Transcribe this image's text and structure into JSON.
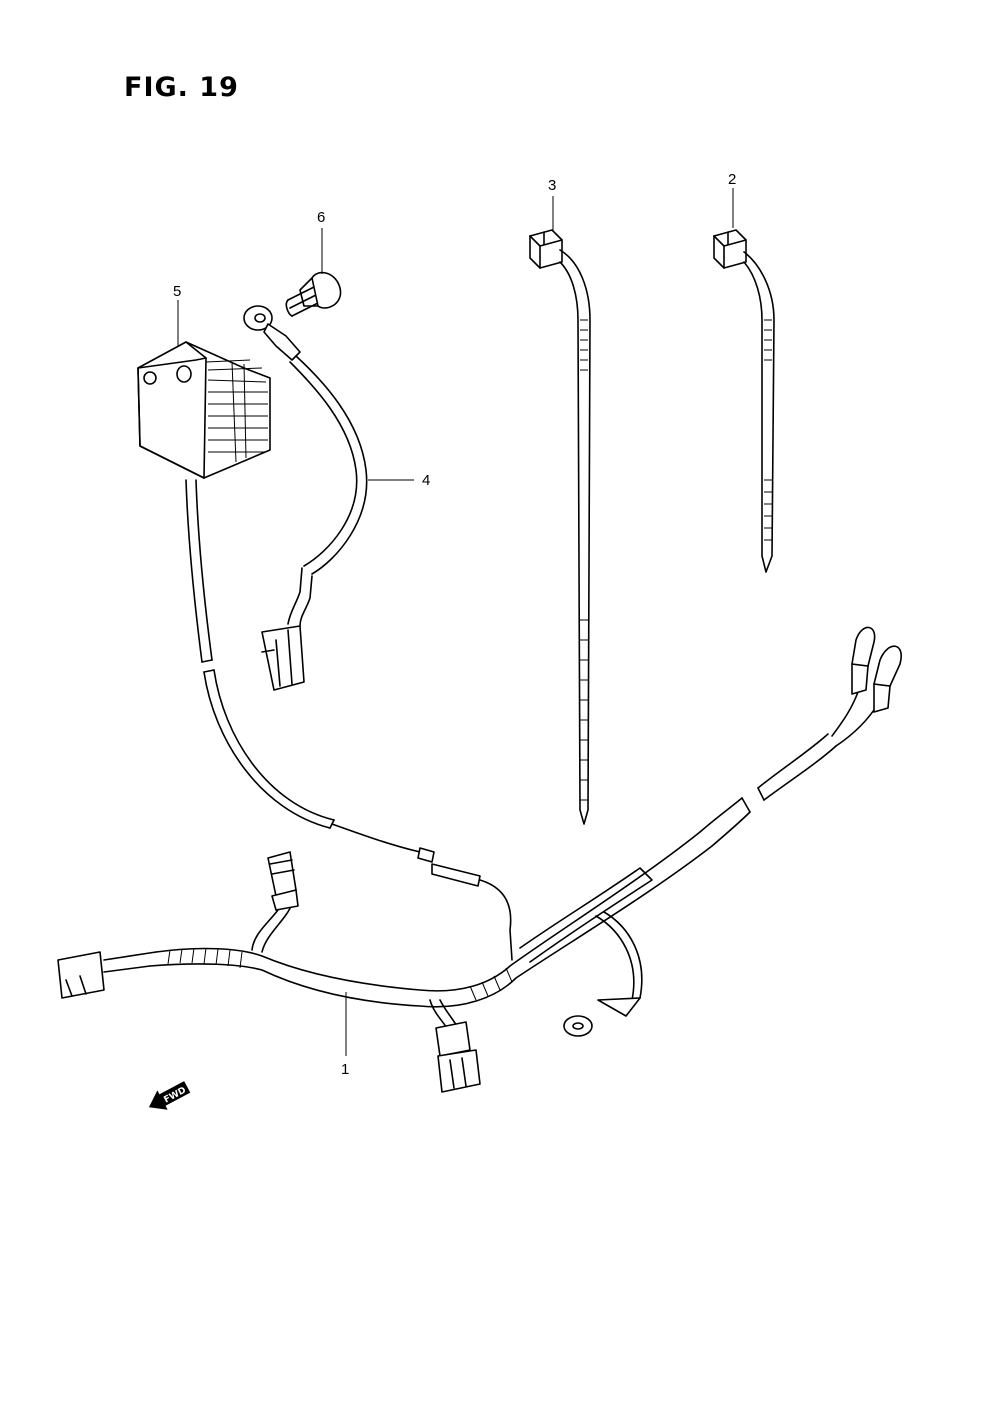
{
  "figure": {
    "title": "FIG. 19"
  },
  "callouts": [
    {
      "id": "1",
      "label": "1"
    },
    {
      "id": "2",
      "label": "2"
    },
    {
      "id": "3",
      "label": "3"
    },
    {
      "id": "4",
      "label": "4"
    },
    {
      "id": "5",
      "label": "5"
    },
    {
      "id": "6",
      "label": "6"
    }
  ],
  "direction_marker": {
    "label": "FWD",
    "icon": "arrow-left-icon"
  }
}
